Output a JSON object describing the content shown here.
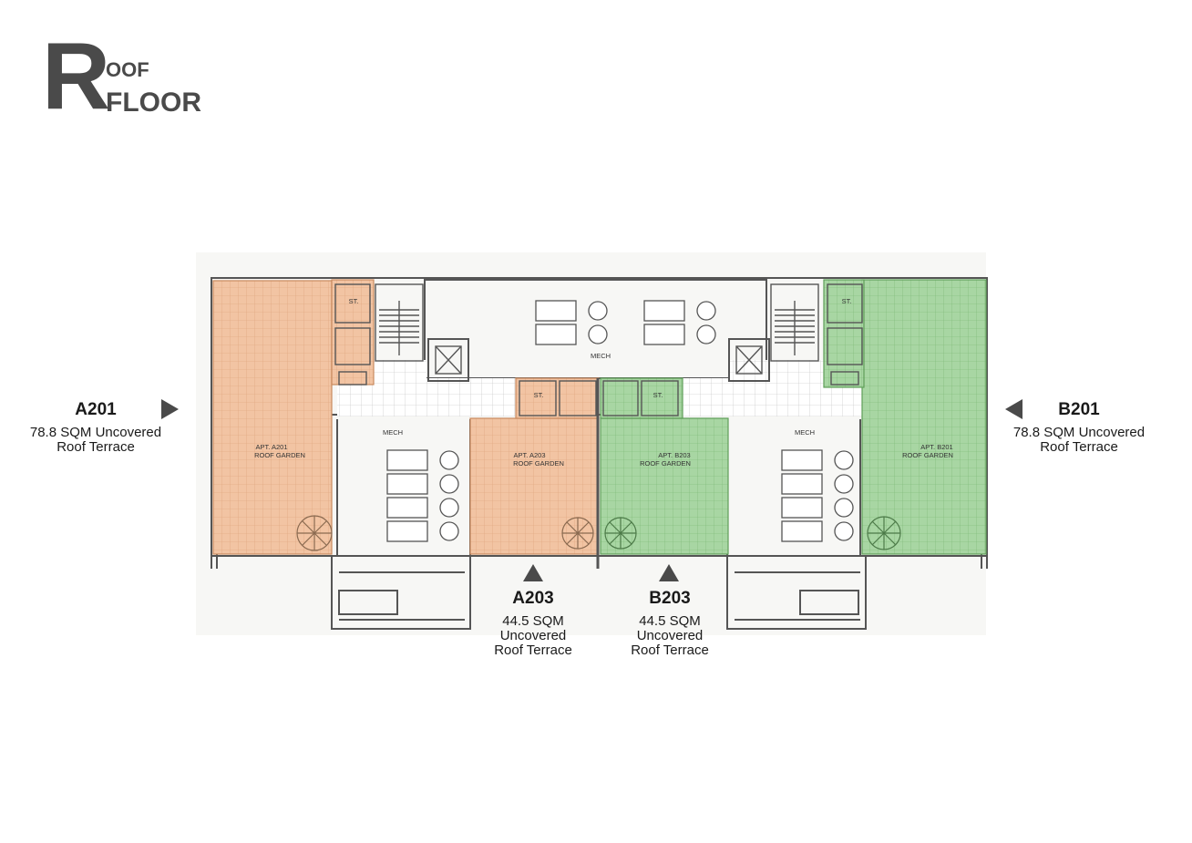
{
  "title": {
    "letter": "R",
    "line1": "OOF",
    "line2": "FLOOR"
  },
  "callouts": [
    {
      "id": "a201",
      "unit": "A201",
      "desc_line1": "78.8 SQM Uncovered",
      "desc_line2": "Roof Terrace",
      "desc_line3": ""
    },
    {
      "id": "b201",
      "unit": "B201",
      "desc_line1": "78.8 SQM Uncovered",
      "desc_line2": "Roof Terrace",
      "desc_line3": ""
    },
    {
      "id": "a203",
      "unit": "A203",
      "desc_line1": "44.5 SQM",
      "desc_line2": "Uncovered",
      "desc_line3": "Roof Terrace"
    },
    {
      "id": "b203",
      "unit": "B203",
      "desc_line1": "44.5 SQM",
      "desc_line2": "Uncovered",
      "desc_line3": "Roof Terrace"
    }
  ],
  "plan_labels": {
    "a201_l1": "APT. A201",
    "a201_l2": "ROOF GARDEN",
    "a203_l1": "APT. A203",
    "a203_l2": "ROOF GARDEN",
    "b203_l1": "APT. B203",
    "b203_l2": "ROOF GARDEN",
    "b201_l1": "APT. B201",
    "b201_l2": "ROOF GARDEN",
    "mech": "MECH",
    "st": "ST."
  },
  "colors": {
    "orange": "#f2c4a3",
    "orange_line": "#c98a5e",
    "green": "#a8d6a3",
    "green_line": "#5e9e58",
    "wall": "#555555",
    "arrow": "#4a4a4a"
  }
}
